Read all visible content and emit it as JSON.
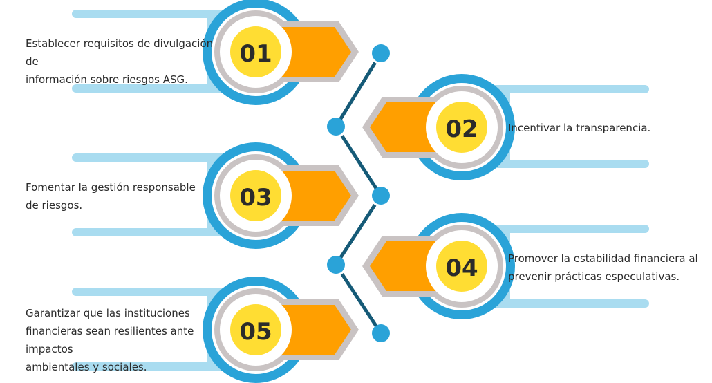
{
  "colors": {
    "band": "#a9dcf0",
    "ring_blue": "#2aa3d8",
    "ring_gray": "#c9c3c3",
    "chevron": "#ff9f00",
    "badge": "#ffdd33",
    "number_text": "#2b2b2b",
    "connector_line": "#155a77",
    "connector_dot": "#2aa3d8"
  },
  "steps": [
    {
      "number": "01",
      "text_lines": [
        "Establecer requisitos de divulgación de",
        "información sobre riesgos ASG."
      ]
    },
    {
      "number": "02",
      "text_lines": [
        "Incentivar la transparencia."
      ]
    },
    {
      "number": "03",
      "text_lines": [
        "Fomentar la gestión responsable",
        "de riesgos."
      ]
    },
    {
      "number": "04",
      "text_lines": [
        "Promover la estabilidad financiera al",
        "prevenir prácticas especulativas."
      ]
    },
    {
      "number": "05",
      "text_lines": [
        "Garantizar que las instituciones",
        "financieras sean resilientes ante impactos",
        "ambientales y sociales."
      ]
    }
  ]
}
